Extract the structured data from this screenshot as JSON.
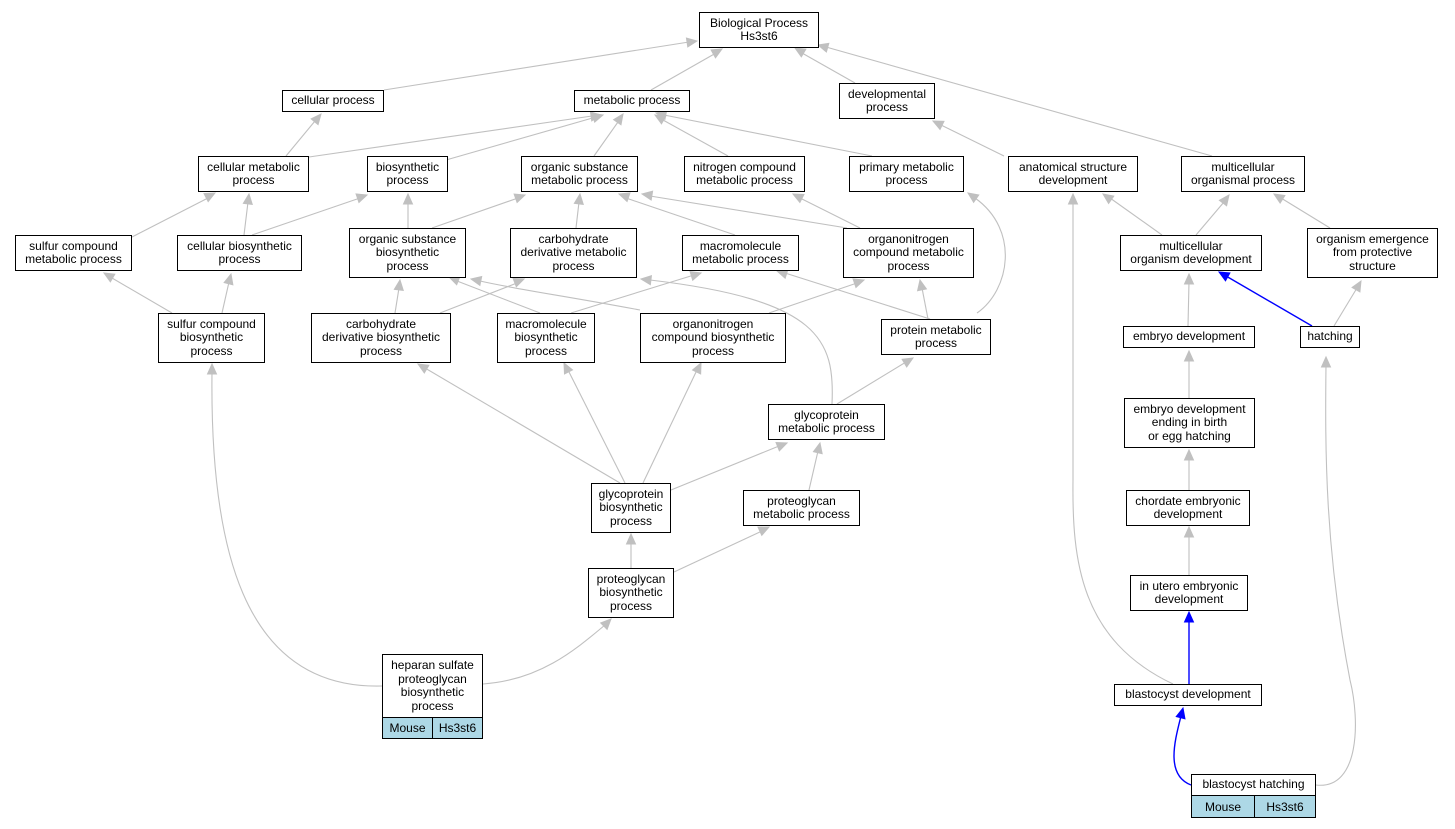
{
  "colors": {
    "edge": "#c0c0c0",
    "highlight_edge": "#0000ff",
    "tag_fill": "#add8e6",
    "node_border": "#000000"
  },
  "nodes": {
    "biological_process": "Biological Process\nHs3st6",
    "cellular_process": "cellular process",
    "metabolic_process": "metabolic process",
    "developmental_process": "developmental\nprocess",
    "cellular_metabolic_process": "cellular metabolic\nprocess",
    "biosynthetic_process": "biosynthetic\nprocess",
    "organic_substance_metabolic_process": "organic substance\nmetabolic process",
    "nitrogen_compound_metabolic_process": "nitrogen compound\nmetabolic process",
    "primary_metabolic_process": "primary metabolic\nprocess",
    "anatomical_structure_development": "anatomical structure\ndevelopment",
    "multicellular_organismal_process": "multicellular\norganismal process",
    "sulfur_compound_metabolic_process": "sulfur compound\nmetabolic process",
    "cellular_biosynthetic_process": "cellular biosynthetic\nprocess",
    "organic_substance_biosynthetic_process": "organic substance\nbiosynthetic\nprocess",
    "carbohydrate_derivative_metabolic_process": "carbohydrate\nderivative metabolic\nprocess",
    "macromolecule_metabolic_process": "macromolecule\nmetabolic process",
    "organonitrogen_compound_metabolic_process": "organonitrogen\ncompound metabolic\nprocess",
    "multicellular_organism_development": "multicellular\norganism development",
    "organism_emergence": "organism emergence\nfrom protective\nstructure",
    "sulfur_compound_biosynthetic_process": "sulfur compound\nbiosynthetic\nprocess",
    "carbohydrate_derivative_biosynthetic_process": "carbohydrate\nderivative biosynthetic\nprocess",
    "macromolecule_biosynthetic_process": "macromolecule\nbiosynthetic\nprocess",
    "organonitrogen_compound_biosynthetic_process": "organonitrogen\ncompound biosynthetic\nprocess",
    "protein_metabolic_process": "protein metabolic\nprocess",
    "embryo_development": "embryo development",
    "hatching": "hatching",
    "glycoprotein_metabolic_process": "glycoprotein\nmetabolic process",
    "embryo_development_ending": "embryo development\nending in birth\nor egg hatching",
    "glycoprotein_biosynthetic_process": "glycoprotein\nbiosynthetic\nprocess",
    "proteoglycan_metabolic_process": "proteoglycan\nmetabolic process",
    "chordate_embryonic_development": "chordate embryonic\ndevelopment",
    "proteoglycan_biosynthetic_process": "proteoglycan\nbiosynthetic\nprocess",
    "in_utero_embryonic_development": "in utero embryonic\ndevelopment",
    "heparan_sulfate": "heparan sulfate\nproteoglycan\nbiosynthetic\nprocess",
    "blastocyst_development": "blastocyst development",
    "blastocyst_hatching": "blastocyst hatching"
  },
  "annotations": {
    "heparan_sulfate": {
      "species": "Mouse",
      "gene": "Hs3st6"
    },
    "blastocyst_hatching": {
      "species": "Mouse",
      "gene": "Hs3st6"
    }
  }
}
